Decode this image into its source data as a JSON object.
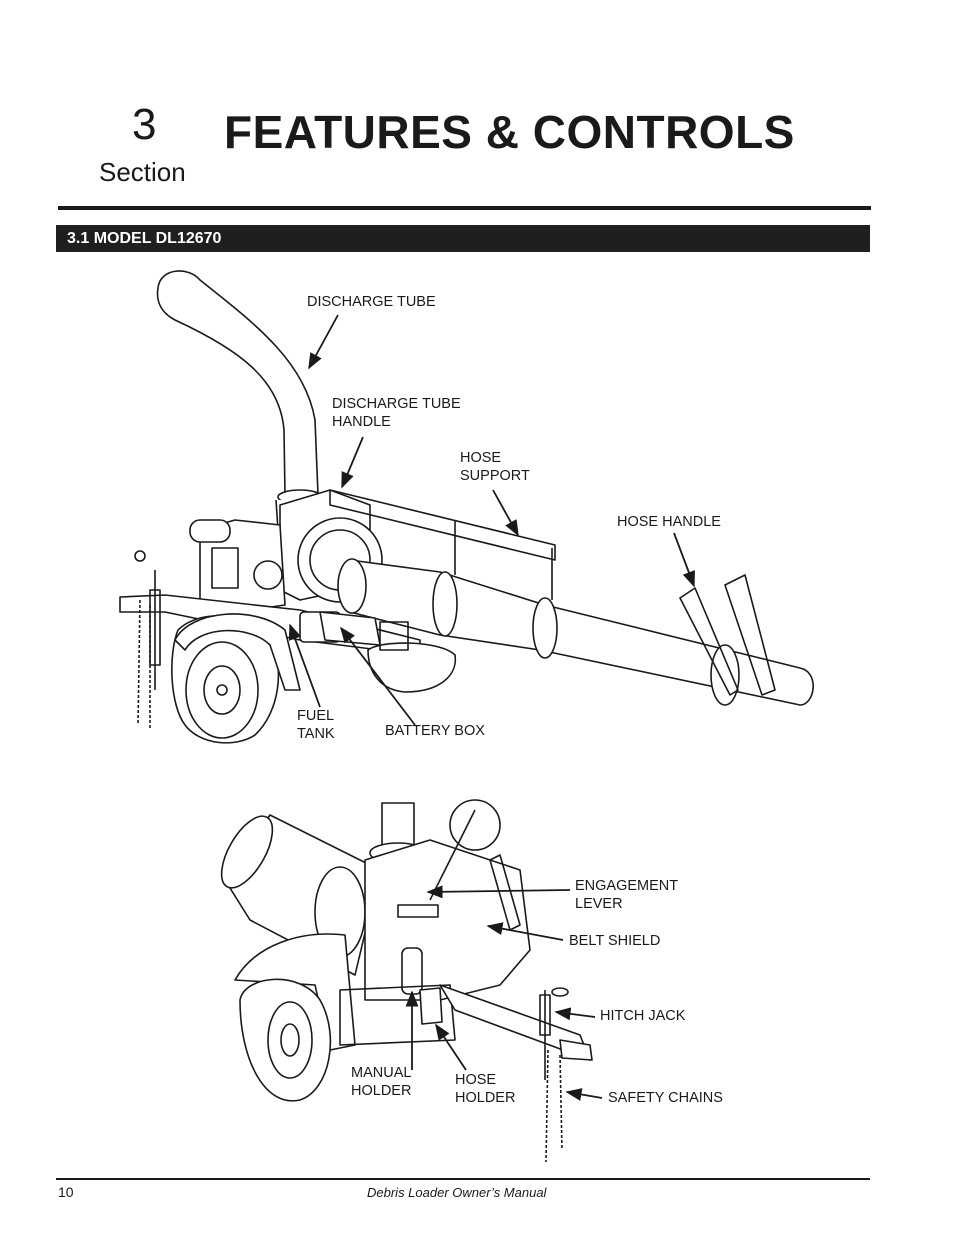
{
  "header": {
    "section_number": "3",
    "section_word": "Section",
    "title": "FEATURES & CONTROLS"
  },
  "subsection": {
    "label": "3.1  MODEL DL12670"
  },
  "figure1": {
    "callouts": {
      "discharge_tube": "DISCHARGE TUBE",
      "discharge_tube_handle": "DISCHARGE TUBE\nHANDLE",
      "hose_support": "HOSE\nSUPPORT",
      "hose_handle": "HOSE HANDLE",
      "fuel_tank": "FUEL\nTANK",
      "battery_box": "BATTERY BOX"
    }
  },
  "figure2": {
    "callouts": {
      "engagement_lever": "ENGAGEMENT\nLEVER",
      "belt_shield": "BELT SHIELD",
      "hitch_jack": "HITCH JACK",
      "manual_holder": "MANUAL\nHOLDER",
      "hose_holder": "HOSE\nHOLDER",
      "safety_chains": "SAFETY CHAINS"
    }
  },
  "footer": {
    "page_number": "10",
    "manual_title": "Debris Loader Owner’s Manual"
  }
}
